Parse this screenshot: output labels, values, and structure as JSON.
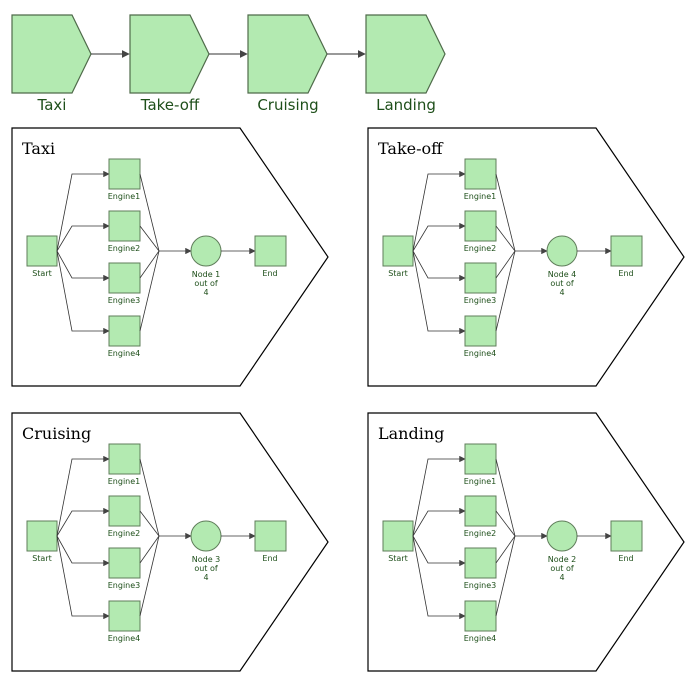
{
  "phases": [
    {
      "label": "Taxi"
    },
    {
      "label": "Take-off"
    },
    {
      "label": "Cruising"
    },
    {
      "label": "Landing"
    }
  ],
  "panels": [
    {
      "title": "Taxi",
      "vote_lines": [
        "Node 1",
        "out of",
        "4"
      ]
    },
    {
      "title": "Take-off",
      "vote_lines": [
        "Node 4",
        "out of",
        "4"
      ]
    },
    {
      "title": "Cruising",
      "vote_lines": [
        "Node 3",
        "out of",
        "4"
      ]
    },
    {
      "title": "Landing",
      "vote_lines": [
        "Node 2",
        "out of",
        "4"
      ]
    }
  ],
  "block_labels": {
    "start": "Start",
    "engines": [
      "Engine1",
      "Engine2",
      "Engine3",
      "Engine4"
    ],
    "end": "End"
  },
  "colors": {
    "block_fill": "#b3eab1",
    "label_text": "#1e4f1a"
  }
}
